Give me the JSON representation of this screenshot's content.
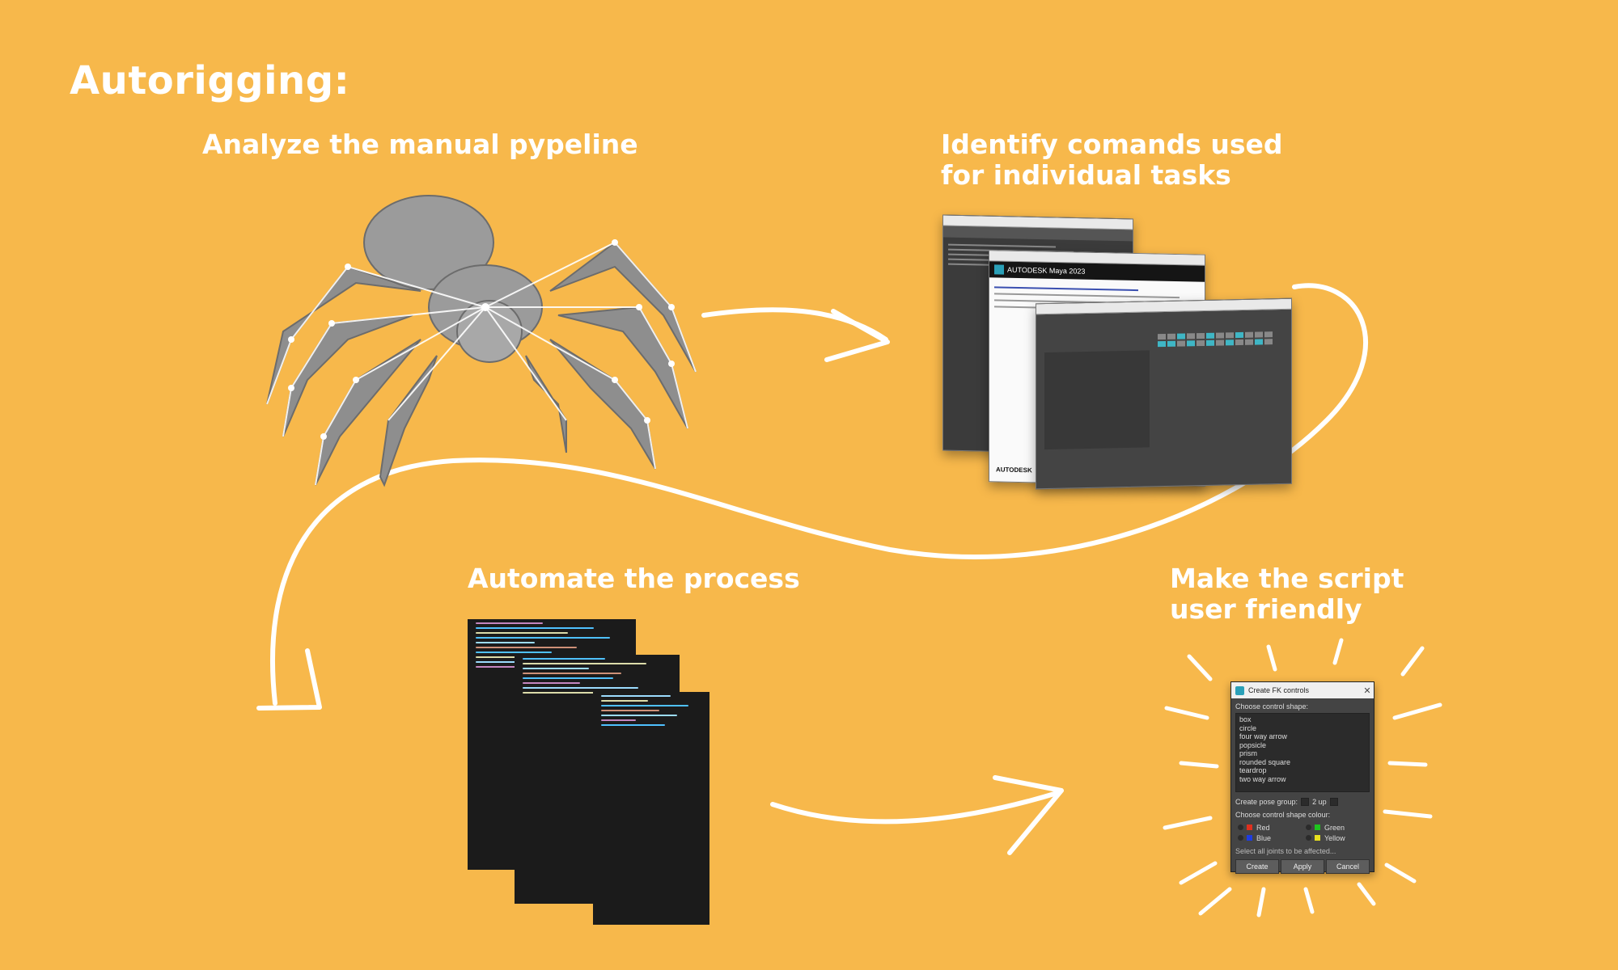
{
  "title": "Autorigging:",
  "steps": [
    {
      "label": "Analyze the manual pypeline"
    },
    {
      "label": "Identify comands used\nfor individual tasks"
    },
    {
      "label": "Automate the process"
    },
    {
      "label": "Make the script\nuser friendly"
    }
  ],
  "maya_help": {
    "brand": "AUTODESK Maya 2023",
    "footer": "AUTODESK"
  },
  "fk_dialog": {
    "title": "Create FK controls",
    "close": "✕",
    "shape_label": "Choose control shape:",
    "shapes": [
      "box",
      "circle",
      "four way arrow",
      "popsicle",
      "prism",
      "rounded square",
      "teardrop",
      "two way arrow"
    ],
    "pose_group_label": "Create pose group:",
    "pose_group_up": "2 up",
    "colour_label": "Choose control shape colour:",
    "colours": [
      {
        "name": "Red",
        "hex": "#e0301e"
      },
      {
        "name": "Green",
        "hex": "#1ec41e"
      },
      {
        "name": "Blue",
        "hex": "#1e3ce0"
      },
      {
        "name": "Yellow",
        "hex": "#e8e01e"
      }
    ],
    "hint": "Select all joints to be affected...",
    "buttons": {
      "create": "Create",
      "apply": "Apply",
      "cancel": "Cancel"
    }
  },
  "colors": {
    "background": "#F7B84B",
    "text": "#FFFFFF",
    "arrow": "#FFFFFF"
  }
}
